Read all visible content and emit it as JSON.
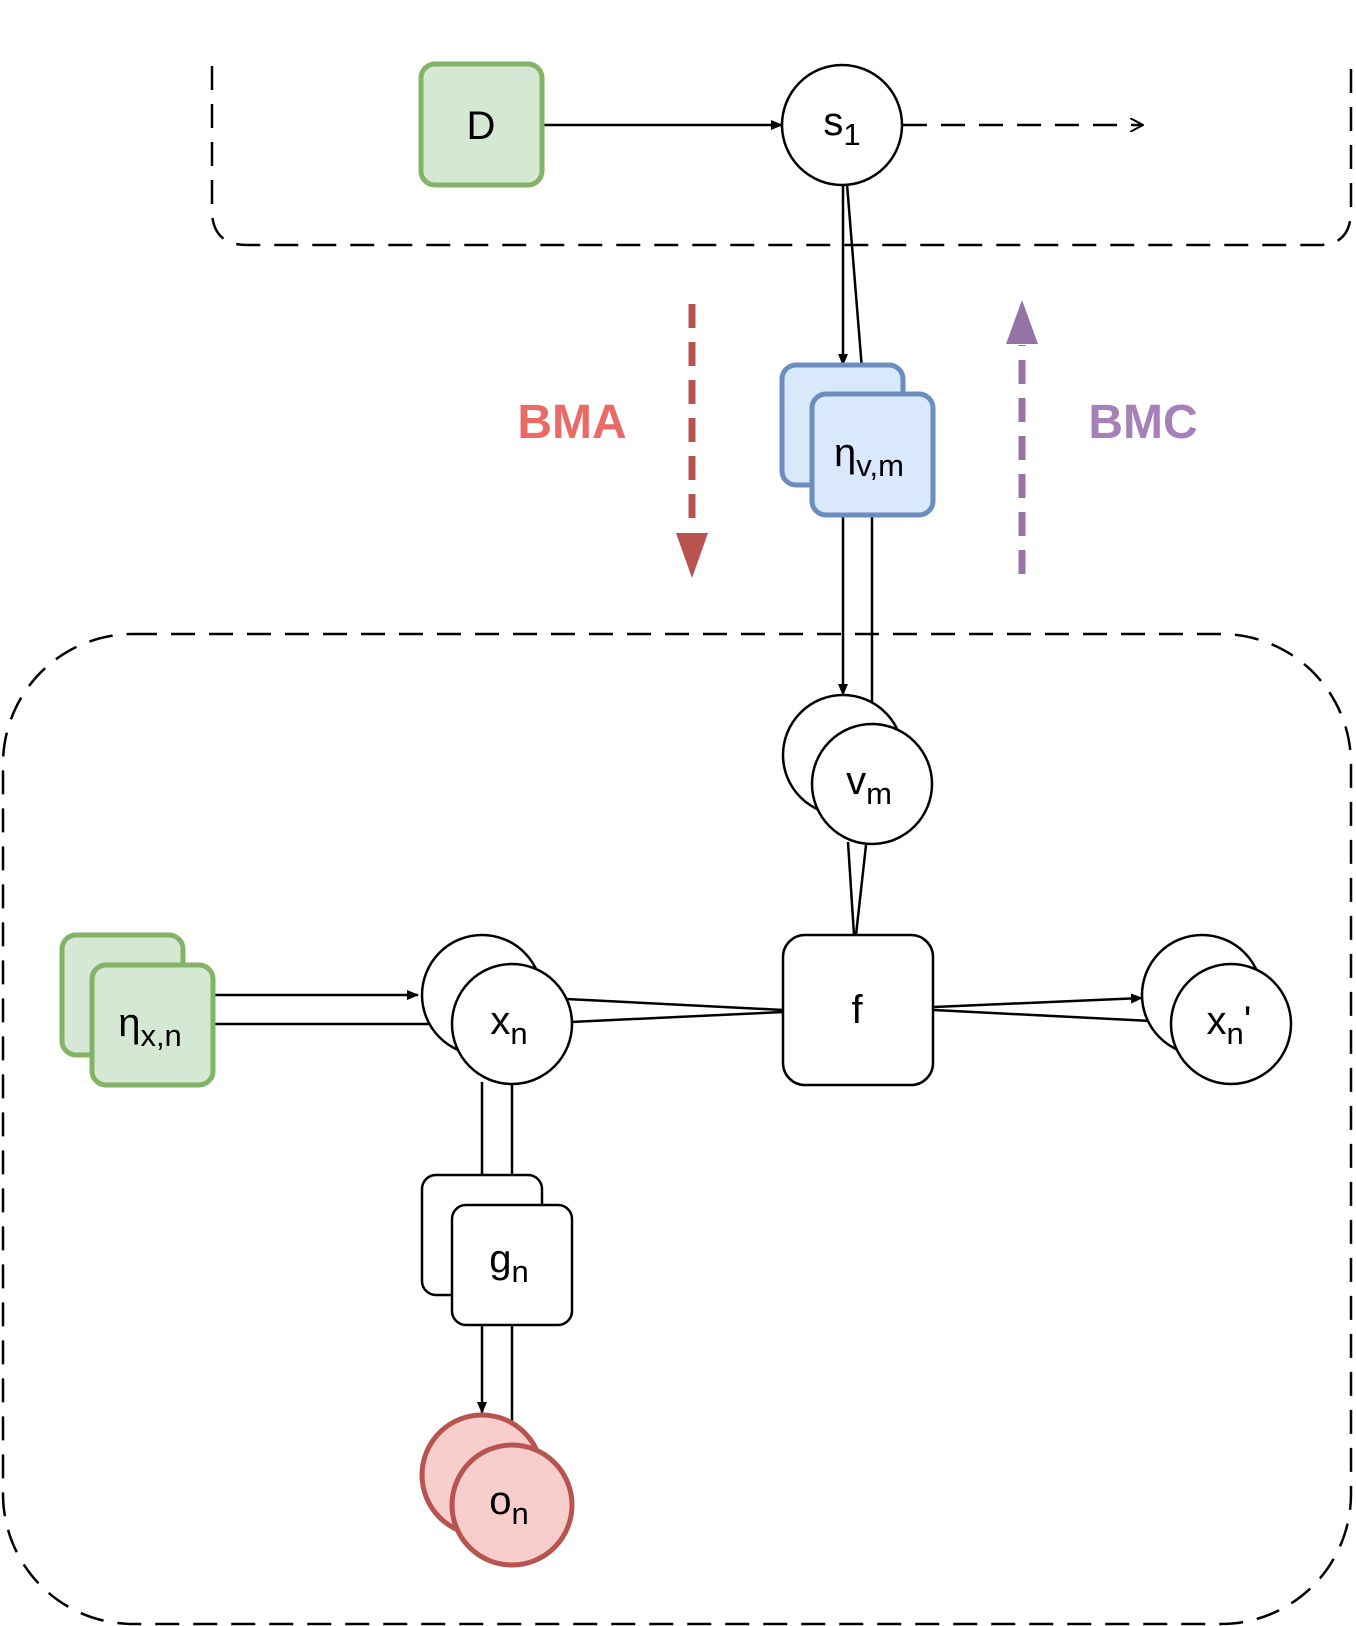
{
  "nodes": {
    "D": {
      "label": "D"
    },
    "s1": {
      "base": "s",
      "sub": "1"
    },
    "eta_v": {
      "base": "η",
      "sub": "v,m"
    },
    "v_m": {
      "base": "v",
      "sub": "m"
    },
    "eta_x": {
      "base": "η",
      "sub": "x,n"
    },
    "x_n": {
      "base": "x",
      "sub": "n"
    },
    "f": {
      "label": "f"
    },
    "x_n_prime": {
      "base": "x",
      "sub": "n",
      "suffix": "'"
    },
    "g_n": {
      "base": "g",
      "sub": "n"
    },
    "o_n": {
      "base": "o",
      "sub": "n"
    }
  },
  "annotations": {
    "bma": {
      "label": "BMA",
      "color": "#EA6B66",
      "arrow_color": "#B85450"
    },
    "bmc": {
      "label": "BMC",
      "color": "#A680B8",
      "arrow_color": "#9673A6"
    }
  },
  "colors": {
    "green_fill": "#D5E8D4",
    "green_stroke": "#82B366",
    "blue_fill": "#DAE8FC",
    "blue_stroke": "#6C8EBF",
    "red_fill": "#F8CECC",
    "red_stroke": "#B85450"
  }
}
